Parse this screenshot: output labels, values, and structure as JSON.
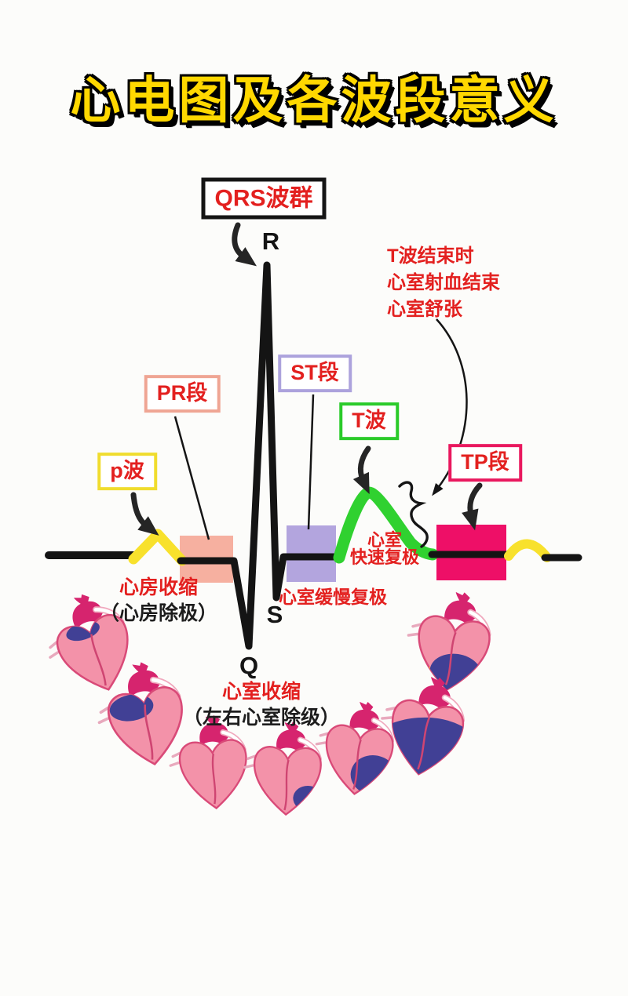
{
  "page": {
    "title": "心电图及各波段意义"
  },
  "boxes": {
    "qrs": {
      "label": "QRS波群"
    },
    "pr": {
      "label": "PR段"
    },
    "st": {
      "label": "ST段"
    },
    "t": {
      "label": "T波"
    },
    "p": {
      "label": "p波"
    },
    "tp": {
      "label": "TP段"
    }
  },
  "trace_points": {
    "r": "R",
    "q": "Q",
    "s": "S"
  },
  "notes": {
    "t_end": {
      "line1": "T波结束时",
      "line2": "心室射血结束",
      "line3": "心室舒张"
    },
    "p_wave": {
      "line1": "心房收缩",
      "line2": "（心房除极）"
    },
    "st_segment": {
      "text": "心室缓慢复极"
    },
    "t_wave": {
      "line1": "心室",
      "line2": "快速复极"
    },
    "qrs_complex": {
      "line1": "心室收缩",
      "line2": "（左右心室除级）"
    }
  },
  "colors": {
    "label_red": "#e3201f",
    "title_yellow": "#ffd800",
    "p_wave_yellow": "#f8e12c",
    "pr_segment_salmon": "#f6b0a0",
    "st_segment_purple": "#b3a5de",
    "t_wave_green": "#30d130",
    "tp_segment_magenta": "#ee0f67",
    "trace_black": "#141414",
    "heart_pink": "#f392a9",
    "heart_depolarized_navy": "#414095"
  },
  "hearts": [
    {
      "id": 1,
      "highlight_region": "atria"
    },
    {
      "id": 2,
      "highlight_region": "atria-large"
    },
    {
      "id": 3,
      "highlight_region": "none"
    },
    {
      "id": 4,
      "highlight_region": "ventricle-tip"
    },
    {
      "id": 5,
      "highlight_region": "ventricle-partial"
    },
    {
      "id": 6,
      "highlight_region": "ventricles-full"
    },
    {
      "id": 7,
      "highlight_region": "ventricles-repolarizing"
    }
  ]
}
